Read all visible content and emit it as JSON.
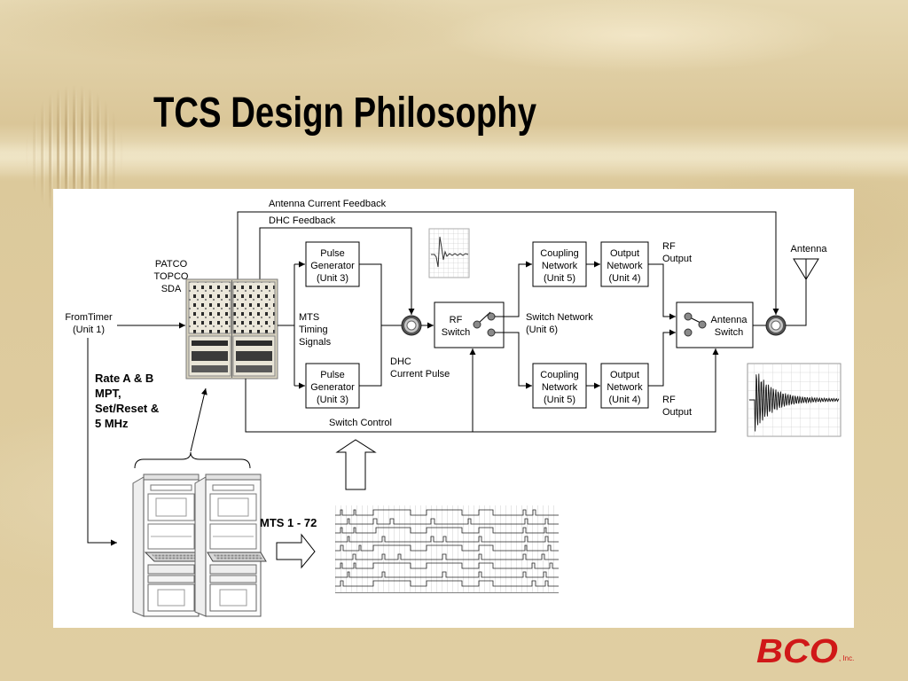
{
  "slide": {
    "title": "TCS Design Philosophy"
  },
  "diagram": {
    "antenna_current_feedback": "Antenna Current Feedback",
    "dhc_feedback": "DHC Feedback",
    "patco": [
      "PATCO",
      "TOPCO",
      "SDA"
    ],
    "from_timer": [
      "FromTimer",
      "(Unit 1)"
    ],
    "rate_signals": [
      "Rate A & B",
      "MPT,",
      "Set/Reset &",
      "5 MHz"
    ],
    "mts_timing_signals": [
      "MTS",
      "Timing",
      "Signals"
    ],
    "pulse_generator_top": [
      "Pulse",
      "Generator",
      "(Unit 3)"
    ],
    "pulse_generator_bottom": [
      "Pulse",
      "Generator",
      "(Unit 3)"
    ],
    "dhc_current_pulse": [
      "DHC",
      "Current Pulse"
    ],
    "rf_switch": [
      "RF",
      "Switch"
    ],
    "switch_network": [
      "Switch Network",
      "(Unit 6)"
    ],
    "coupling_network_top": [
      "Coupling",
      "Network",
      "(Unit 5)"
    ],
    "coupling_network_bottom": [
      "Coupling",
      "Network",
      "(Unit 5)"
    ],
    "output_network_top": [
      "Output",
      "Network",
      "(Unit 4)"
    ],
    "output_network_bottom": [
      "Output",
      "Network",
      "(Unit 4)"
    ],
    "rf_output_top": [
      "RF",
      "Output"
    ],
    "rf_output_bottom": [
      "RF",
      "Output"
    ],
    "antenna_switch": [
      "Antenna",
      "Switch"
    ],
    "antenna": "Antenna",
    "switch_control": "Switch Control",
    "mts_range": "MTS 1 - 72"
  },
  "logo": {
    "name": "BCO",
    "suffix": ", Inc."
  },
  "colors": {
    "background": "#e0cea2",
    "panel": "#ffffff",
    "logo": "#d01818",
    "text": "#000000"
  }
}
